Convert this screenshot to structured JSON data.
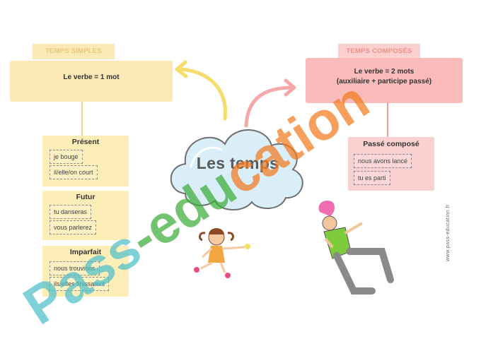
{
  "center": {
    "title": "Les temps"
  },
  "simple": {
    "tag": "TEMPS SIMPLES",
    "rule": "Le verbe = 1 mot",
    "tenses": [
      {
        "title": "Présent",
        "examples": [
          "je bouge",
          "il/elle/on court"
        ]
      },
      {
        "title": "Futur",
        "examples": [
          "tu danseras",
          "vous parlerez"
        ]
      },
      {
        "title": "Imparfait",
        "examples": [
          "nous trouvions",
          "ils/elles finissaient"
        ]
      }
    ]
  },
  "compound": {
    "tag": "TEMPS COMPOSÉS",
    "rule_line1": "Le verbe = 2 mots",
    "rule_line2": "(auxiliaire + participe passé)",
    "tenses": [
      {
        "title": "Passé composé",
        "examples": [
          "nous avons lancé",
          "tu es parti"
        ]
      }
    ]
  },
  "watermark": {
    "text": "Pass-education",
    "url": "www.pass-education.fr"
  },
  "colors": {
    "yellow": "#fbe8b4",
    "pink": "#f9bcbb",
    "cloud": "#d9eef8",
    "arrow_yellow": "#f6dc6a",
    "arrow_pink": "#f4a9a8",
    "watermark_orange": "#f47b1f",
    "watermark_teal": "#4fc0ca",
    "watermark_green": "#3cae3a"
  }
}
